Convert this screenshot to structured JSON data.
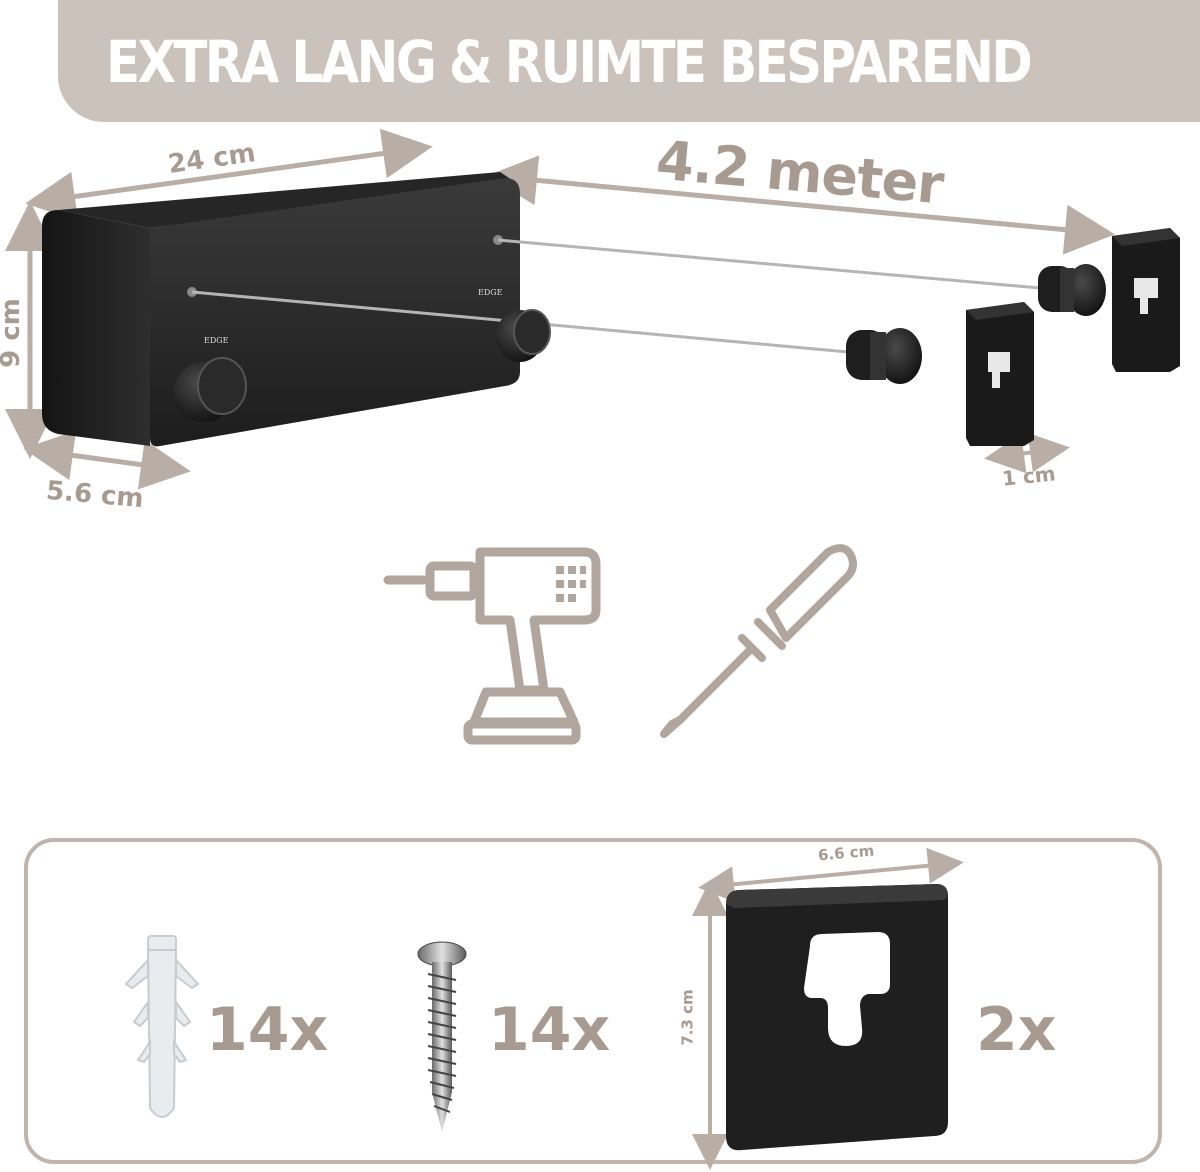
{
  "banner": {
    "title": "EXTRA LANG & RUIMTE BESPAREND"
  },
  "dimensions": {
    "length": "24 cm",
    "line_length": "4.2 meter",
    "height": "9 cm",
    "depth": "5.6 cm",
    "plate_thickness": "1 cm"
  },
  "product_labels": {
    "knob_label": "EDGE"
  },
  "tools": [
    "drill-icon",
    "screwdriver-icon"
  ],
  "kit": {
    "wall_plug": {
      "count": "14x"
    },
    "screw": {
      "count": "14x"
    },
    "wall_plate": {
      "count": "2x",
      "width": "6.6 cm",
      "height": "7.3 cm"
    }
  },
  "colors": {
    "accent": "#cbc2bb",
    "text_dim": "#a69a91",
    "product": "#2a2a2a"
  }
}
